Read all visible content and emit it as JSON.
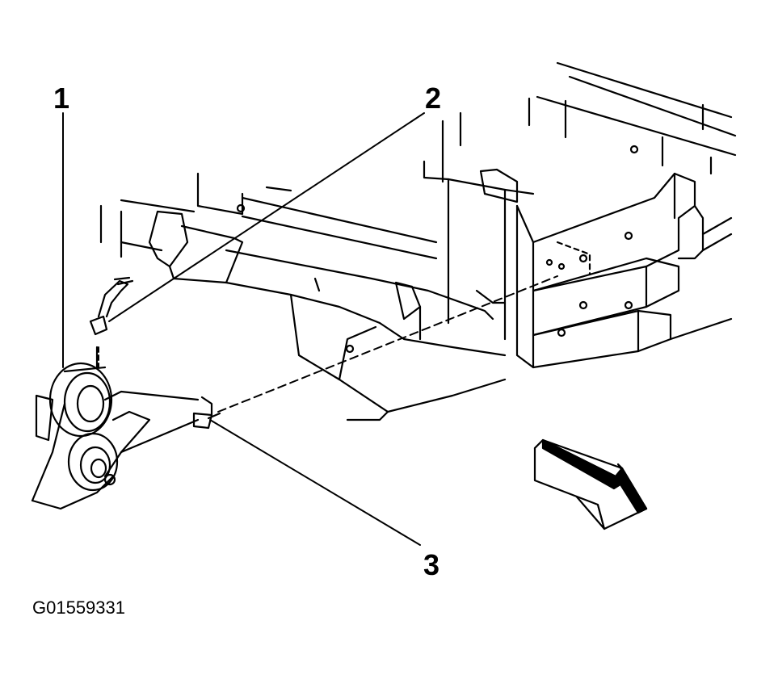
{
  "callouts": {
    "c1": "1",
    "c2": "2",
    "c3": "3"
  },
  "figure_id": "G01559331",
  "colors": {
    "ink": "#000000",
    "paper": "#ffffff"
  },
  "icons": {
    "direction": "front-direction-arrow-icon"
  }
}
